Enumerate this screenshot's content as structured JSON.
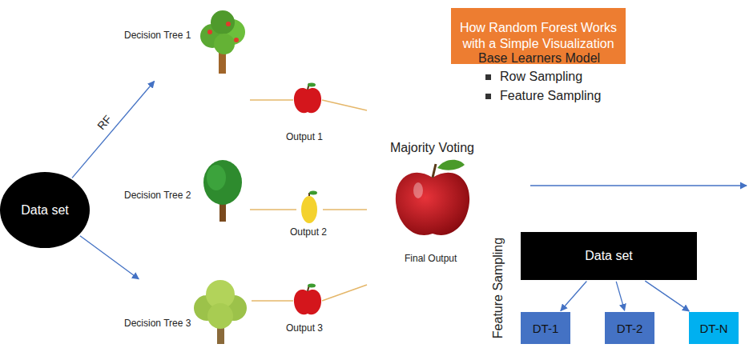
{
  "diagram": {
    "title": "How Random Forest Works with a Simple Visualization",
    "nodes": [
      {
        "text": [
          "Data set"
        ]
      },
      {
        "text": [
          "Decision Tree 1"
        ]
      },
      {
        "text": [
          "Decision Tree 2"
        ]
      },
      {
        "text": [
          "Decision Tree 3"
        ]
      },
      {
        "text": [
          "Data set"
        ]
      },
      {
        "text": [
          "DT-1"
        ]
      },
      {
        "text": [
          "DT-2"
        ]
      },
      {
        "text": [
          "DT-N"
        ]
      }
    ],
    "edges": [
      {
        "from": 0,
        "to": 1,
        "label": "RF",
        "arrow": "to"
      },
      {
        "from": 0,
        "to": 3,
        "arrow": "to"
      },
      {
        "from": 4,
        "to": 5,
        "arrow": "to"
      },
      {
        "from": 4,
        "to": 6,
        "arrow": "to"
      },
      {
        "from": 4,
        "to": 7,
        "arrow": "to"
      }
    ],
    "labels": [
      "Output 1",
      "Output 2",
      "Output 3",
      "Majority Voting",
      "Final Output",
      "Base Learners Model",
      "Row Sampling",
      "Feature Sampling",
      "Feature Sampling"
    ]
  }
}
